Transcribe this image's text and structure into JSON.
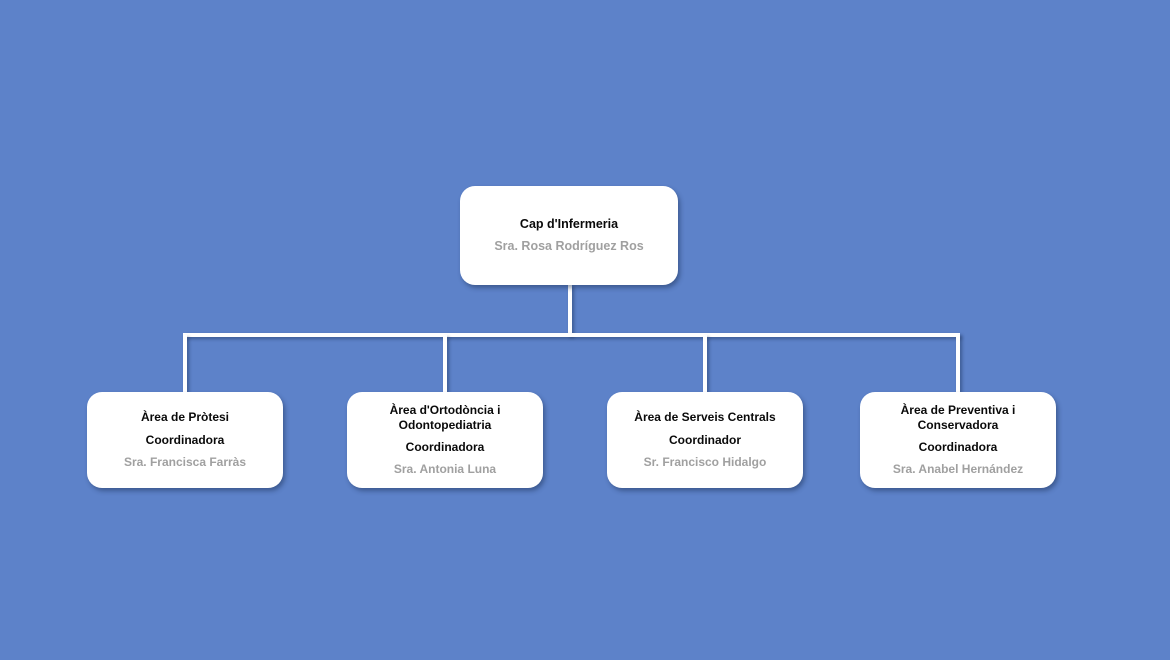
{
  "org_chart": {
    "type": "organization-chart",
    "root": {
      "title": "Cap d'Infermeria",
      "name": "Sra. Rosa Rodríguez Ros"
    },
    "children": [
      {
        "title": "Àrea de Pròtesi",
        "role": "Coordinadora",
        "name": "Sra. Francisca Farràs"
      },
      {
        "title": "Àrea d'Ortodòncia i Odontopediatria",
        "role": "Coordinadora",
        "name": "Sra. Antonia Luna"
      },
      {
        "title": "Àrea de Serveis Centrals",
        "role": "Coordinador",
        "name": "Sr. Francisco Hidalgo"
      },
      {
        "title": "Àrea de Preventiva i Conservadora",
        "role": "Coordinadora",
        "name": "Sra. Anabel Hernández"
      }
    ],
    "colors": {
      "background": "#5d82c9",
      "box_background": "#ffffff",
      "title_text": "#0a0a0a",
      "name_text": "#a0a0a0",
      "connector": "#ffffff"
    }
  }
}
